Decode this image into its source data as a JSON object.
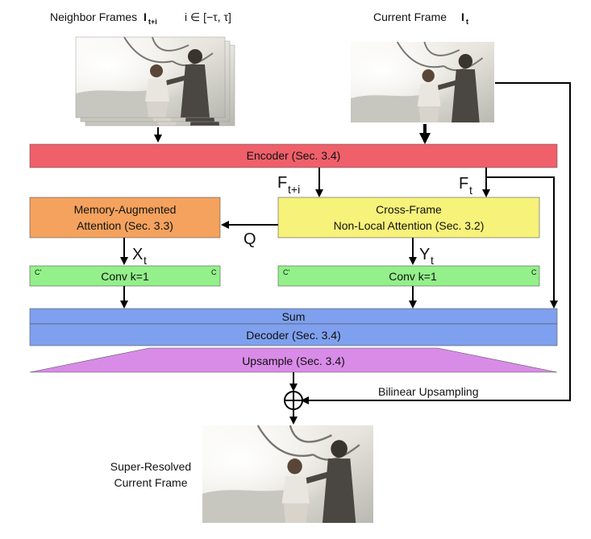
{
  "header": {
    "neighbor_label": "Neighbor Frames",
    "neighbor_symbol": "I",
    "neighbor_sub": "t+i",
    "neighbor_range": "i ∈ [−τ, τ]",
    "current_label": "Current Frame",
    "current_symbol": "I",
    "current_sub": "t"
  },
  "blocks": {
    "encoder": "Encoder (Sec. 3.4)",
    "memory_line1": "Memory-Augmented",
    "memory_line2": "Attention (Sec. 3.3)",
    "crossframe_line1": "Cross-Frame",
    "crossframe_line2": "Non-Local Attention (Sec. 3.2)",
    "conv_left": "Conv  k=1",
    "conv_right": "Conv  k=1",
    "conv_in": "C'",
    "conv_out": "C",
    "sum": "Sum",
    "decoder": "Decoder (Sec. 3.4)",
    "upsample": "Upsample (Sec. 3.4)"
  },
  "symbols": {
    "f_neighbor": "F",
    "f_neighbor_sub": "t+i",
    "f_current": "F",
    "f_current_sub": "t",
    "q": "Q",
    "x": "X",
    "x_sub": "t",
    "y": "Y",
    "y_sub": "t",
    "oplus": "⊕"
  },
  "labels": {
    "bilinear": "Bilinear Upsampling",
    "output_line1": "Super-Resolved",
    "output_line2": "Current Frame"
  },
  "colors": {
    "encoder": "#f0606a",
    "memory": "#f4a25e",
    "crossframe": "#f7f27a",
    "conv": "#93f08a",
    "sum_decoder": "#7fa0ee",
    "upsample": "#d98be8"
  }
}
